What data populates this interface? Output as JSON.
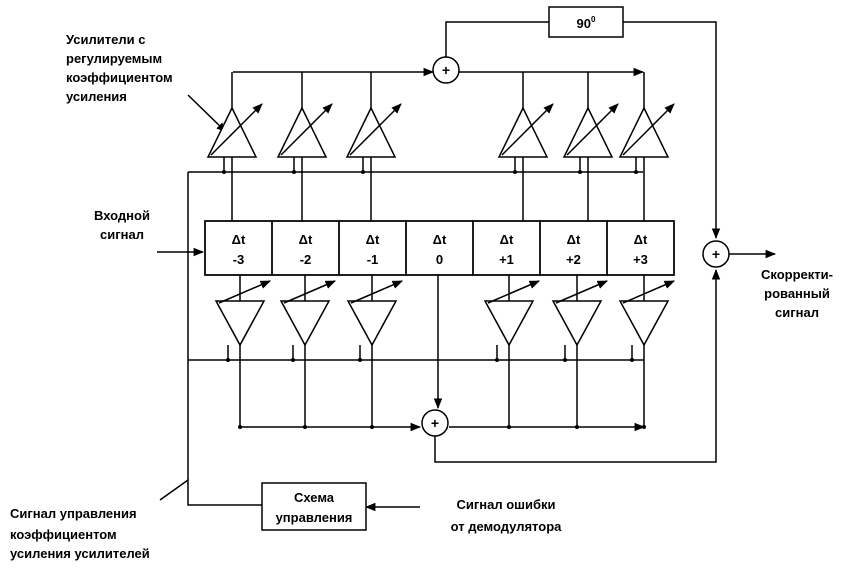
{
  "labels": {
    "amplifiers": [
      "Усилители с",
      "регулируемым",
      "коэффициентом",
      "усиления"
    ],
    "input": [
      "Входной",
      "сигнал"
    ],
    "output": [
      "Скорректи-",
      "рованный",
      "сигнал"
    ],
    "control_signal": [
      "Сигнал управления",
      "коэффициентом",
      "усиления усилителей"
    ],
    "error_signal": [
      "Сигнал ошибки",
      "от демодулятора"
    ]
  },
  "control_block": [
    "Схема",
    "управления"
  ],
  "phase_shifter": {
    "value": "90",
    "superscript": "0"
  },
  "summer_symbol": "+",
  "delay_line": {
    "symbol": "Δt",
    "taps": [
      "-3",
      "-2",
      "-1",
      "0",
      "+1",
      "+2",
      "+3"
    ]
  }
}
